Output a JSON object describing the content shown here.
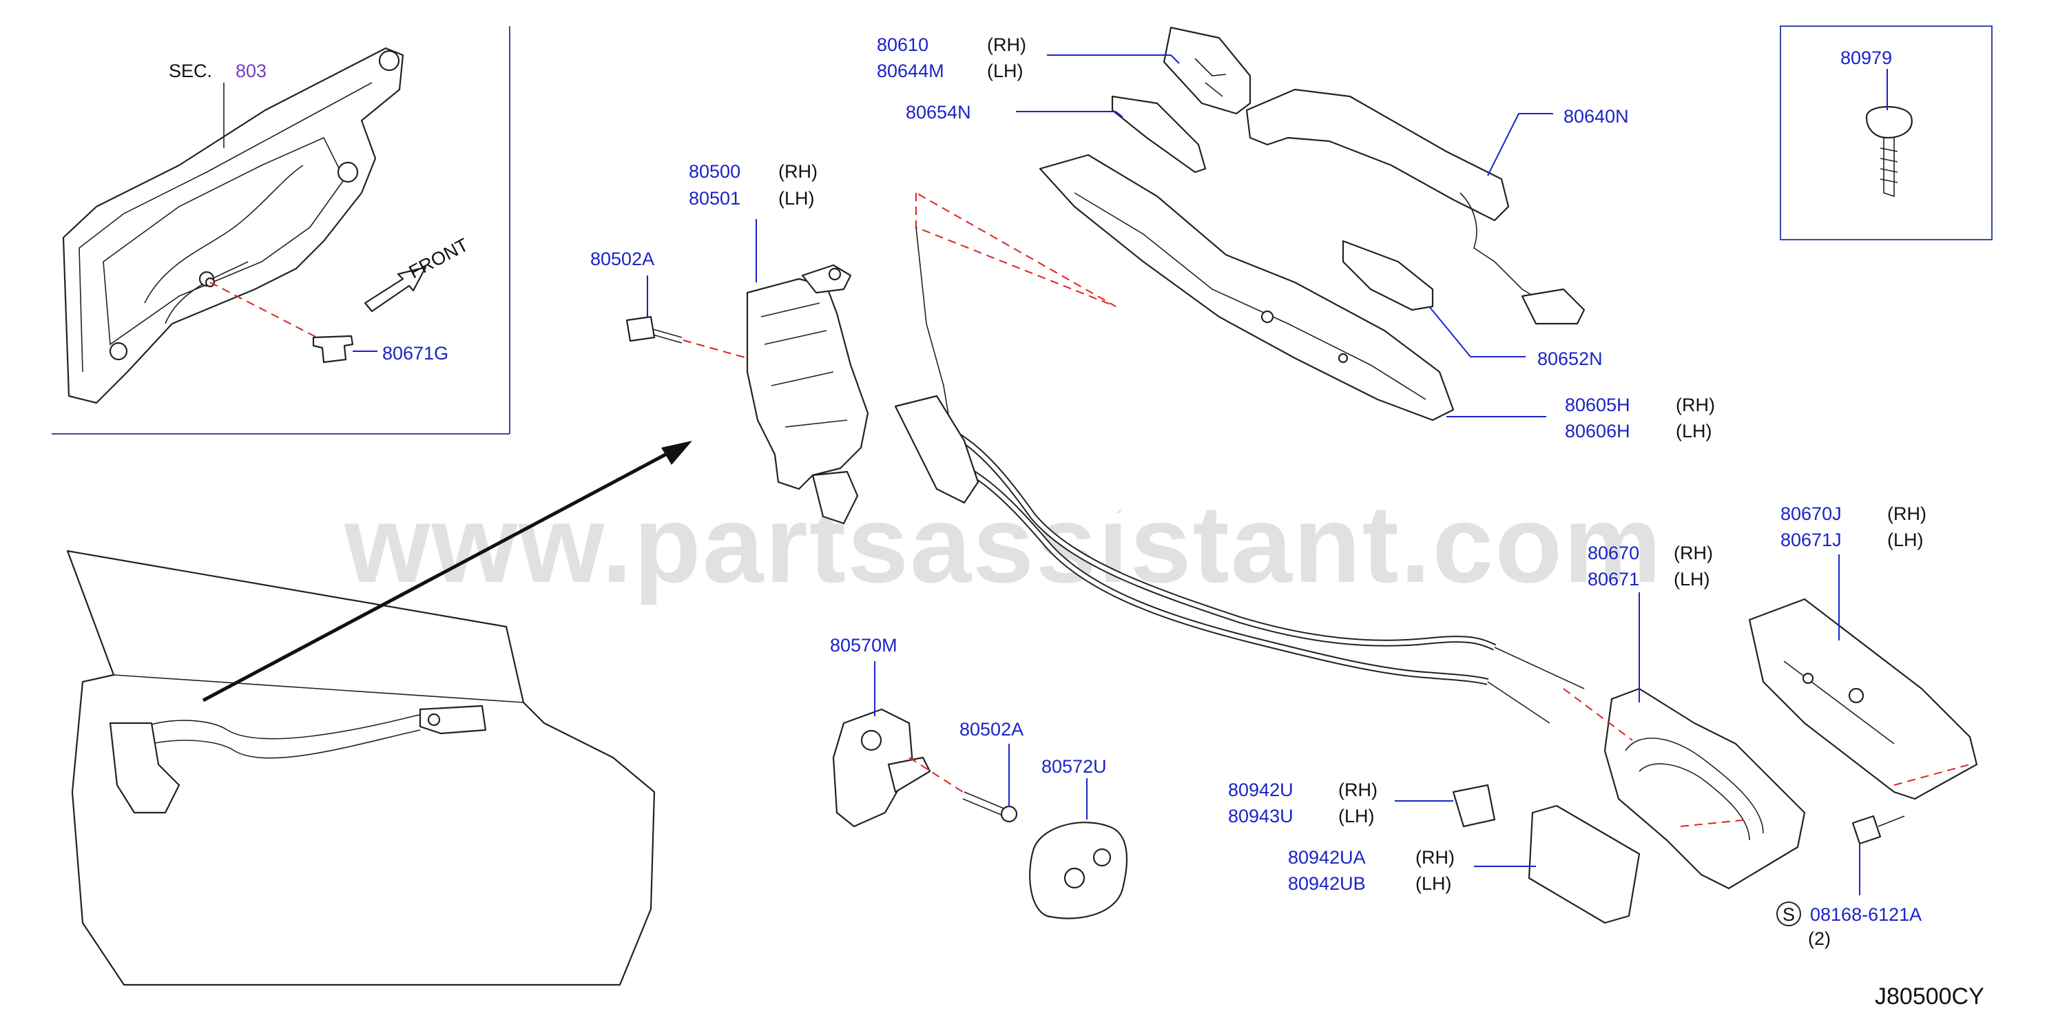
{
  "section_ref": {
    "prefix": "SEC.",
    "number": "803"
  },
  "direction_label": "FRONT",
  "watermark": "www.partsassistant.com",
  "diagram_code": "J80500CY",
  "parts": [
    {
      "id": "p80610",
      "number": "80610",
      "side": "(RH)"
    },
    {
      "id": "p80644M",
      "number": "80644M",
      "side": "(LH)"
    },
    {
      "id": "p80654N",
      "number": "80654N",
      "side": ""
    },
    {
      "id": "p80640N",
      "number": "80640N",
      "side": ""
    },
    {
      "id": "p80979",
      "number": "80979",
      "side": ""
    },
    {
      "id": "p80500",
      "number": "80500",
      "side": "(RH)"
    },
    {
      "id": "p80501",
      "number": "80501",
      "side": "(LH)"
    },
    {
      "id": "p80502A_top",
      "number": "80502A",
      "side": ""
    },
    {
      "id": "p80671G",
      "number": "80671G",
      "side": ""
    },
    {
      "id": "p80652N",
      "number": "80652N",
      "side": ""
    },
    {
      "id": "p80605H",
      "number": "80605H",
      "side": "(RH)"
    },
    {
      "id": "p80606H",
      "number": "80606H",
      "side": "(LH)"
    },
    {
      "id": "p80670J",
      "number": "80670J",
      "side": "(RH)"
    },
    {
      "id": "p80671J",
      "number": "80671J",
      "side": "(LH)"
    },
    {
      "id": "p80670",
      "number": "80670",
      "side": "(RH)"
    },
    {
      "id": "p80671",
      "number": "80671",
      "side": "(LH)"
    },
    {
      "id": "p80570M",
      "number": "80570M",
      "side": ""
    },
    {
      "id": "p80502A_bot",
      "number": "80502A",
      "side": ""
    },
    {
      "id": "p80572U",
      "number": "80572U",
      "side": ""
    },
    {
      "id": "p80942U",
      "number": "80942U",
      "side": "(RH)"
    },
    {
      "id": "p80943U",
      "number": "80943U",
      "side": "(LH)"
    },
    {
      "id": "p80942UA",
      "number": "80942UA",
      "side": "(RH)"
    },
    {
      "id": "p80942UB",
      "number": "80942UB",
      "side": "(LH)"
    }
  ],
  "bolt_callout": {
    "symbol": "S",
    "number": "08168-6121A",
    "qty": "(2)"
  }
}
